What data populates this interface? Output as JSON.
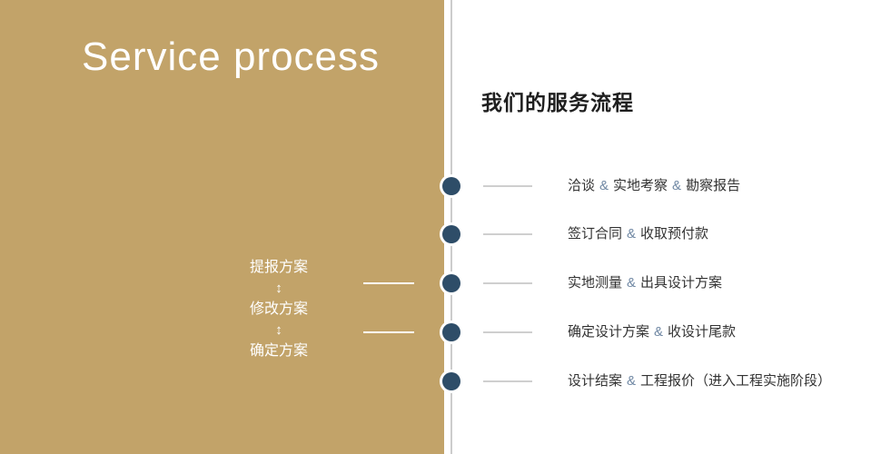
{
  "amp": "&",
  "colors": {
    "panel_bg": "#c2a369",
    "dot": "#2e4d68",
    "amp": "#6f87a3",
    "divider": "#cccccc"
  },
  "left": {
    "title": "Service process",
    "arrow": "↕",
    "flow_steps": [
      "提报方案",
      "修改方案",
      "确定方案"
    ]
  },
  "right": {
    "heading": "我们的服务流程",
    "steps": [
      {
        "segments": [
          "洽谈",
          "实地考察",
          "勘察报告"
        ]
      },
      {
        "segments": [
          "签订合同",
          "收取预付款"
        ]
      },
      {
        "segments": [
          "实地测量",
          "出具设计方案"
        ]
      },
      {
        "segments": [
          "确定设计方案",
          "收设计尾款"
        ]
      },
      {
        "segments": [
          "设计结案",
          "工程报价（进入工程实施阶段）"
        ]
      }
    ]
  }
}
